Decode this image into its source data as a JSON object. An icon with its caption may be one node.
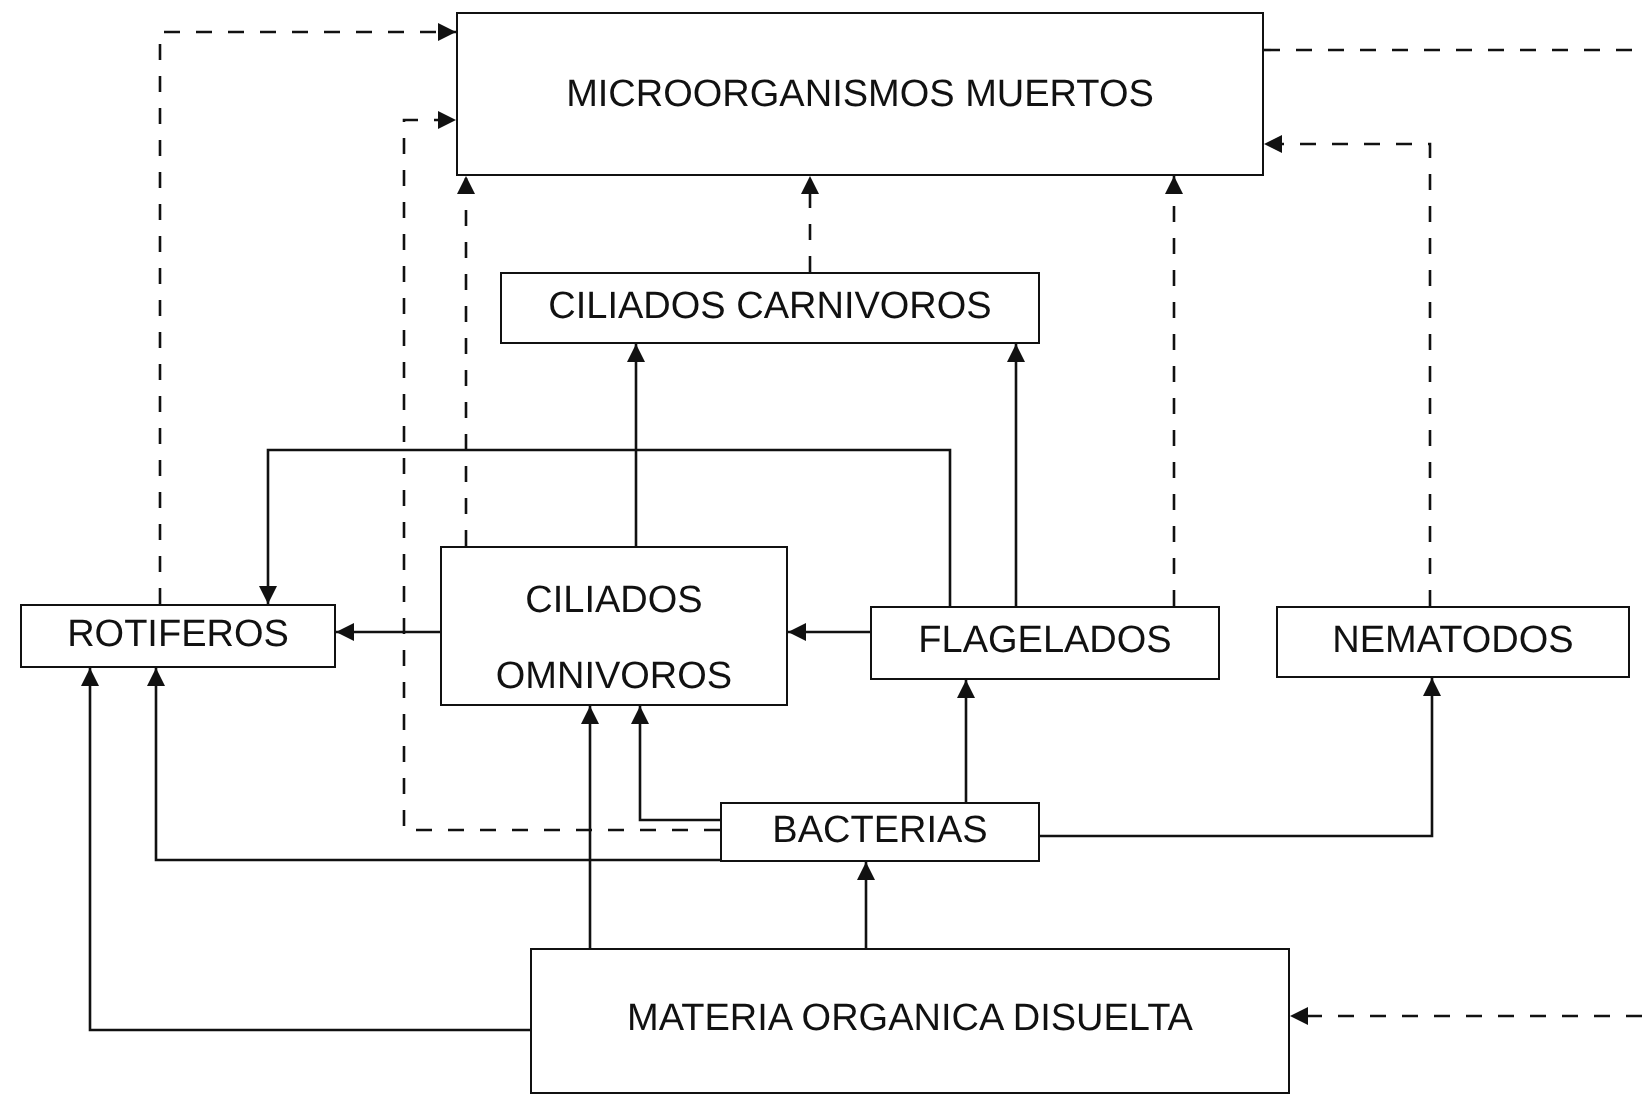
{
  "diagram": {
    "nodes": [
      {
        "text": [
          "MICROORGANISMOS MUERTOS"
        ]
      },
      {
        "text": [
          "CILIADOS CARNIVOROS"
        ]
      },
      {
        "text": [
          "ROTIFEROS"
        ]
      },
      {
        "text": [
          "CILIADOS OMNIVOROS"
        ]
      },
      {
        "text": [
          "FLAGELADOS"
        ]
      },
      {
        "text": [
          "NEMATODOS"
        ]
      },
      {
        "text": [
          "BACTERIAS"
        ]
      },
      {
        "text": [
          "MATERIA ORGANICA DISUELTA"
        ]
      }
    ],
    "edges": [
      {
        "from": 2,
        "to": 0,
        "arrow": "to",
        "style": "dashed"
      },
      {
        "from": 6,
        "to": 0,
        "arrow": "to",
        "style": "dashed"
      },
      {
        "from": 3,
        "to": 0,
        "arrow": "to",
        "style": "dashed"
      },
      {
        "from": 1,
        "to": 0,
        "arrow": "to",
        "style": "dashed"
      },
      {
        "from": 4,
        "to": 0,
        "arrow": "to",
        "style": "dashed"
      },
      {
        "from": 5,
        "to": 0,
        "arrow": "to",
        "style": "dashed"
      },
      {
        "from": 0,
        "to": null,
        "arrow": "none",
        "style": "dashed"
      },
      {
        "from": null,
        "to": 7,
        "arrow": "to",
        "style": "dashed"
      },
      {
        "from": 3,
        "to": 1,
        "arrow": "to"
      },
      {
        "from": 4,
        "to": 1,
        "arrow": "to"
      },
      {
        "from": 4,
        "to": 2,
        "arrow": "to"
      },
      {
        "from": 3,
        "to": 2,
        "arrow": "to"
      },
      {
        "from": 4,
        "to": 3,
        "arrow": "to"
      },
      {
        "from": 6,
        "to": 3,
        "arrow": "to"
      },
      {
        "from": 7,
        "to": 3,
        "arrow": "to"
      },
      {
        "from": 6,
        "to": 2,
        "arrow": "to"
      },
      {
        "from": 7,
        "to": 2,
        "arrow": "to"
      },
      {
        "from": 6,
        "to": 4,
        "arrow": "to"
      },
      {
        "from": 6,
        "to": 5,
        "arrow": "to"
      },
      {
        "from": 7,
        "to": 6,
        "arrow": "to"
      }
    ]
  }
}
